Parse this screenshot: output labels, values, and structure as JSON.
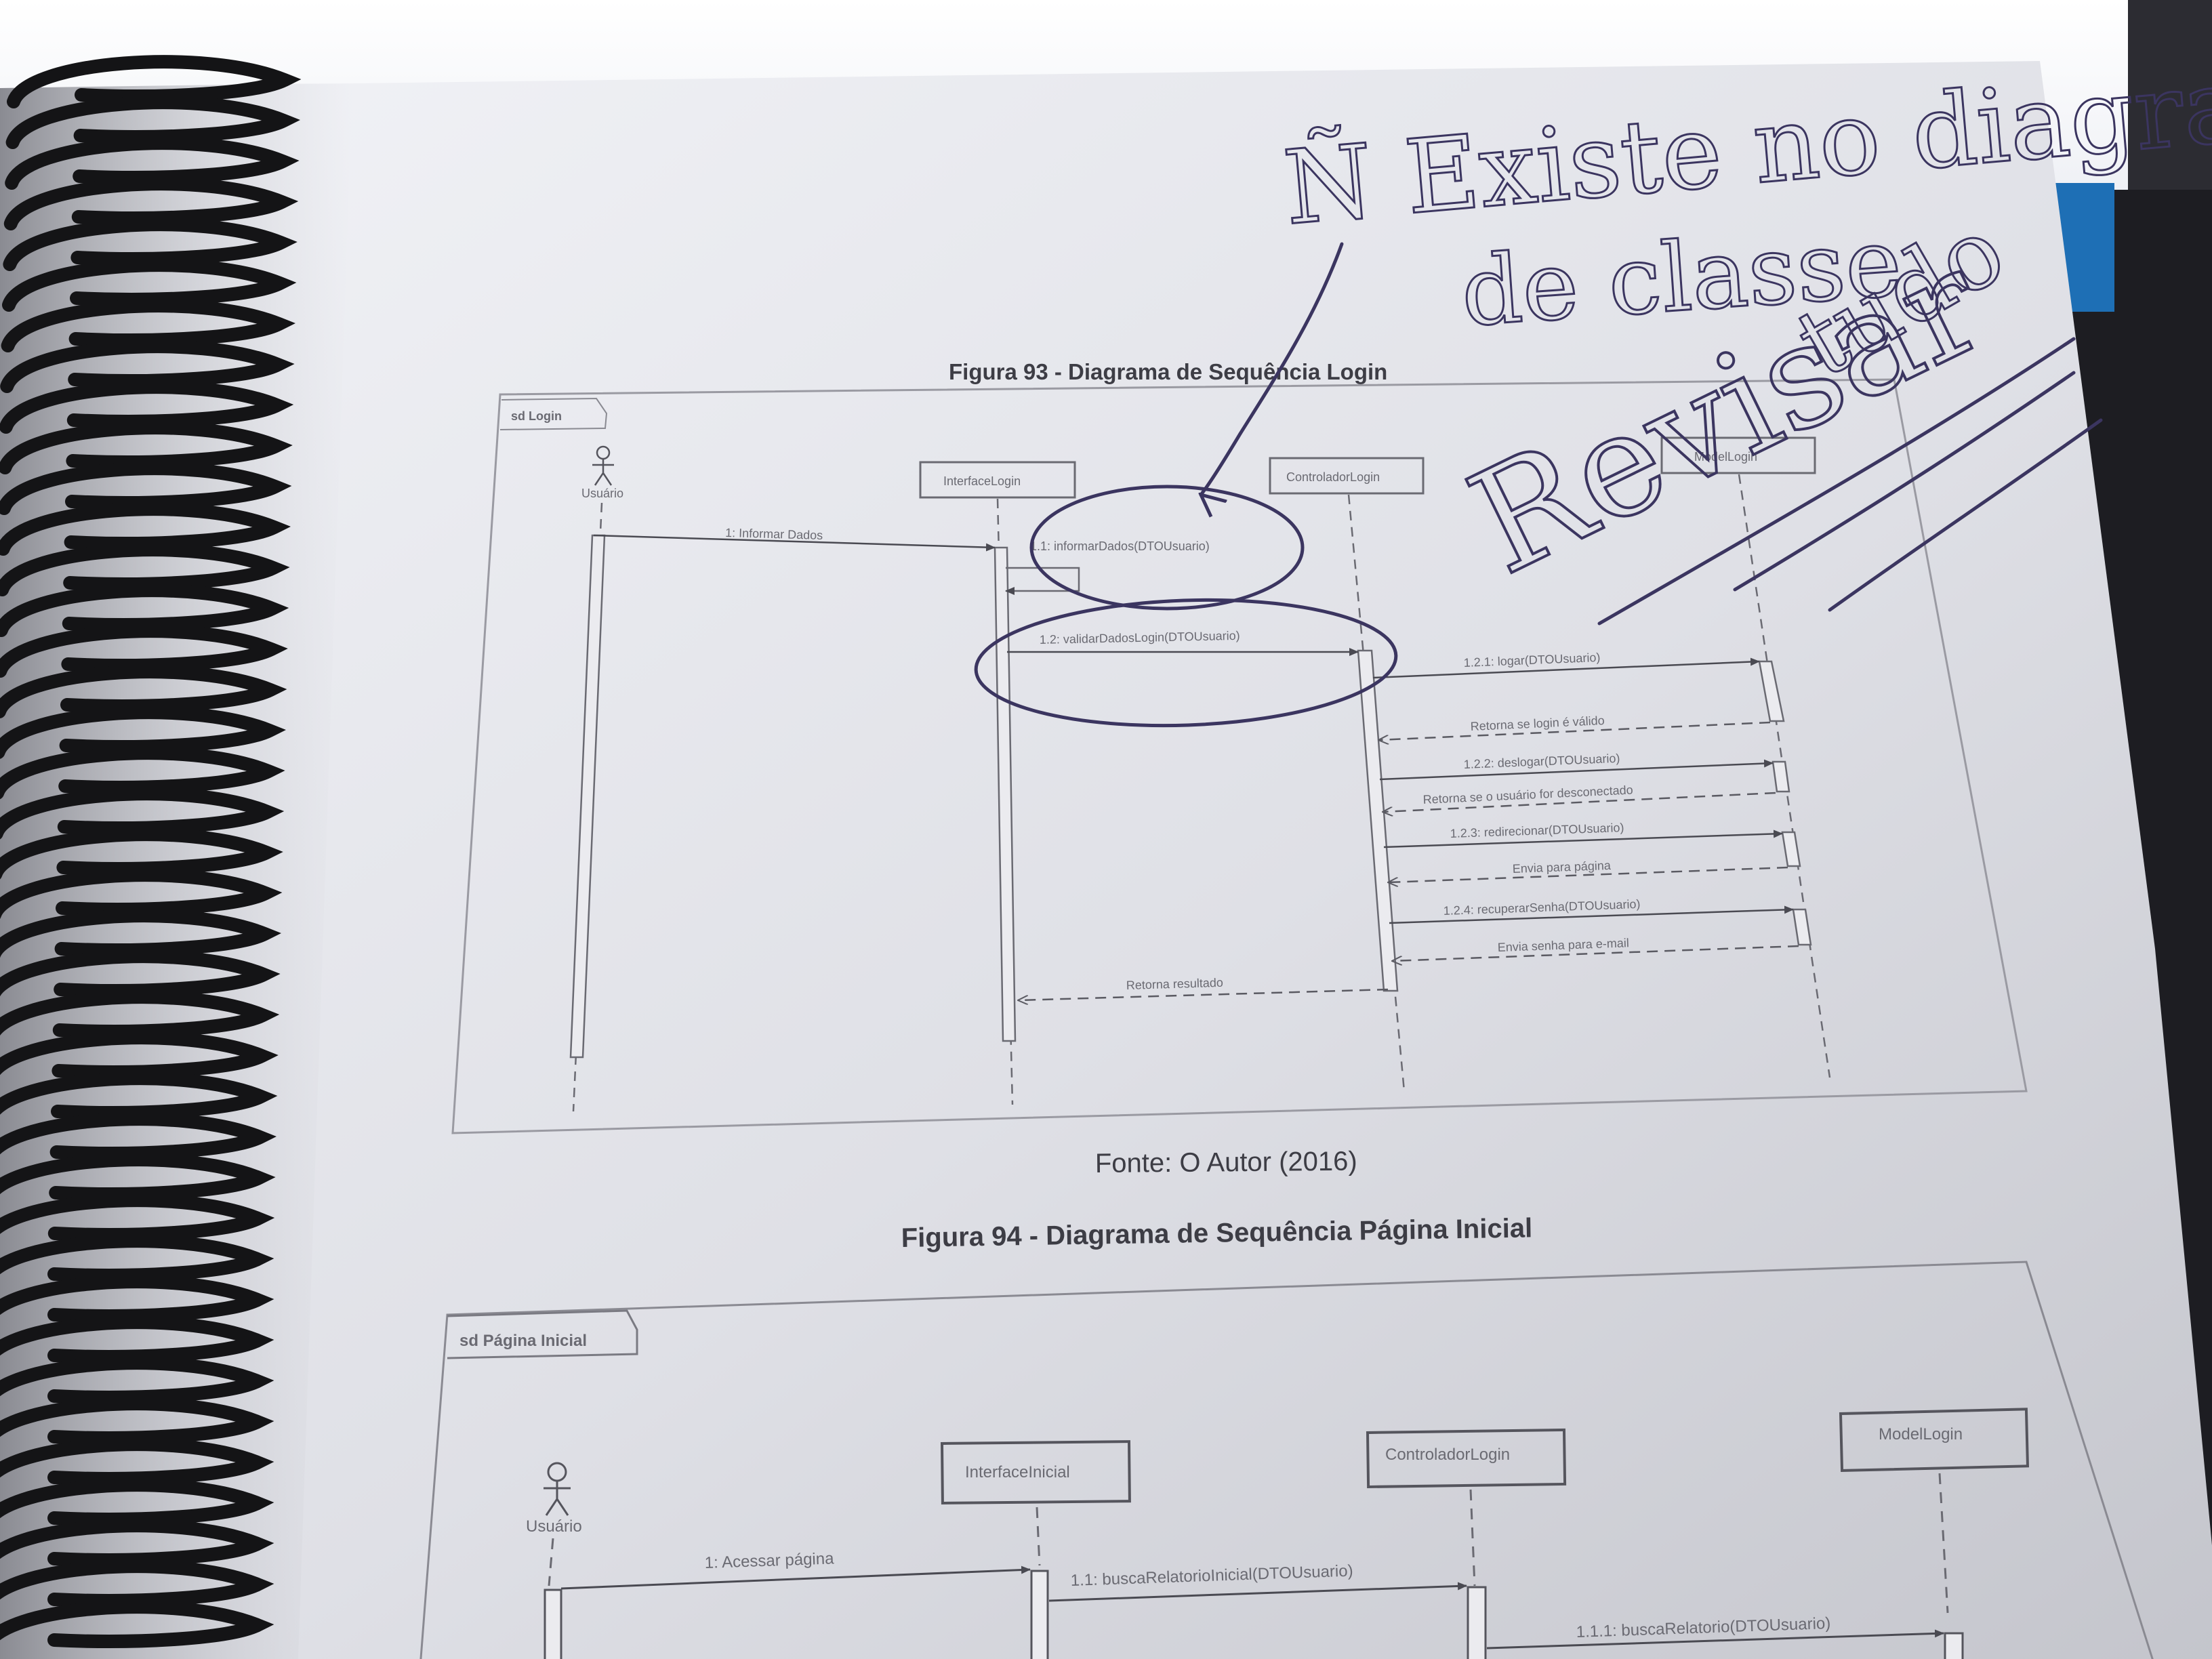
{
  "page": {
    "figure93": {
      "caption": "Figura 93 - Diagrama de Sequência Login",
      "frame_label": "sd Login",
      "lifelines": [
        "Usuário",
        "InterfaceLogin",
        "ControladorLogin",
        "ModelLogin"
      ],
      "messages": [
        {
          "label": "1: Informar Dados",
          "style": "solid"
        },
        {
          "label": "1.1: informarDados(DTOUsuario)",
          "style": "solid"
        },
        {
          "label": "1.2: validarDadosLogin(DTOUsuario)",
          "style": "solid"
        },
        {
          "label": "1.2.1: logar(DTOUsuario)",
          "style": "solid"
        },
        {
          "label": "Retorna se login é válido",
          "style": "dashed"
        },
        {
          "label": "1.2.2: deslogar(DTOUsuario)",
          "style": "solid"
        },
        {
          "label": "Retorna se o usuário for desconectado",
          "style": "dashed"
        },
        {
          "label": "1.2.3: redirecionar(DTOUsuario)",
          "style": "solid"
        },
        {
          "label": "Envia para página",
          "style": "dashed"
        },
        {
          "label": "1.2.4: recuperarSenha(DTOUsuario)",
          "style": "solid"
        },
        {
          "label": "Envia senha para e-mail",
          "style": "dashed"
        },
        {
          "label": "Retorna resultado",
          "style": "dashed"
        }
      ],
      "source": "Fonte: O Autor (2016)"
    },
    "figure94": {
      "caption": "Figura 94 - Diagrama de Sequência Página Inicial",
      "frame_label": "sd Página Inicial",
      "lifelines": [
        "Usuário",
        "InterfaceInicial",
        "ControladorLogin",
        "ModelLogin"
      ],
      "messages": [
        {
          "label": "1: Acessar página",
          "style": "solid"
        },
        {
          "label": "1.1: buscaRelatorioInicial(DTOUsuario)",
          "style": "solid"
        },
        {
          "label": "1.1.1: buscaRelatorio(DTOUsuario)",
          "style": "solid"
        }
      ]
    }
  },
  "annotations": {
    "line1": "Ñ Existe no diagrama",
    "line2": "de classe",
    "line3": "tudo",
    "revisar": "Revisar"
  },
  "colors": {
    "paper": "#e4e5ea",
    "ink": "#3b3560",
    "spiral": "#141416",
    "background": "#2a2a30"
  }
}
